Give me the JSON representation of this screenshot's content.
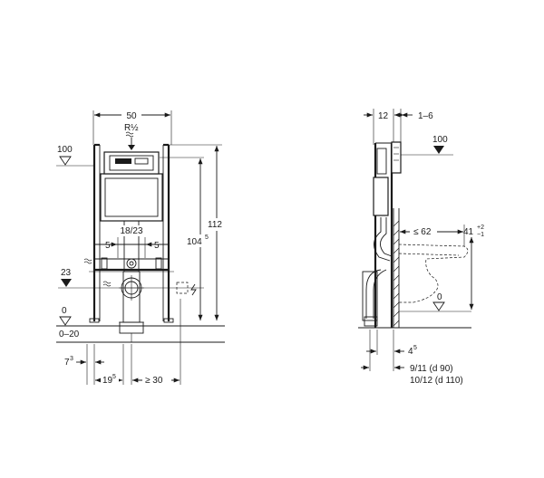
{
  "front_view": {
    "width": "50",
    "rp_label": "R½",
    "ref_100": "100",
    "ref_23": "23",
    "ref_0": "0",
    "floor_range": "0–20",
    "height_total": "112",
    "height_inner": "104",
    "height_inner_sup": "5",
    "spacing": "18/23",
    "offset_left": "5",
    "offset_right": "5",
    "dim_left": "7",
    "dim_left_sup": "3",
    "dim_mid": "19",
    "dim_mid_sup": "5",
    "dim_right": "≥ 30"
  },
  "side_view": {
    "depth_top": "12",
    "offset_top": "1–6",
    "ref_100": "100",
    "bowl_depth": "≤ 62",
    "bowl_height": "41",
    "bowl_tol_plus": "+2",
    "bowl_tol_minus": "−1",
    "ref_0": "0",
    "offset_bottom": "4",
    "offset_bottom_sup": "5",
    "pipe_dim_1": "9/11  (d 90)",
    "pipe_dim_2": "10/12 (d 110)"
  },
  "colors": {
    "line": "#1a1a1a",
    "background": "#ffffff"
  }
}
